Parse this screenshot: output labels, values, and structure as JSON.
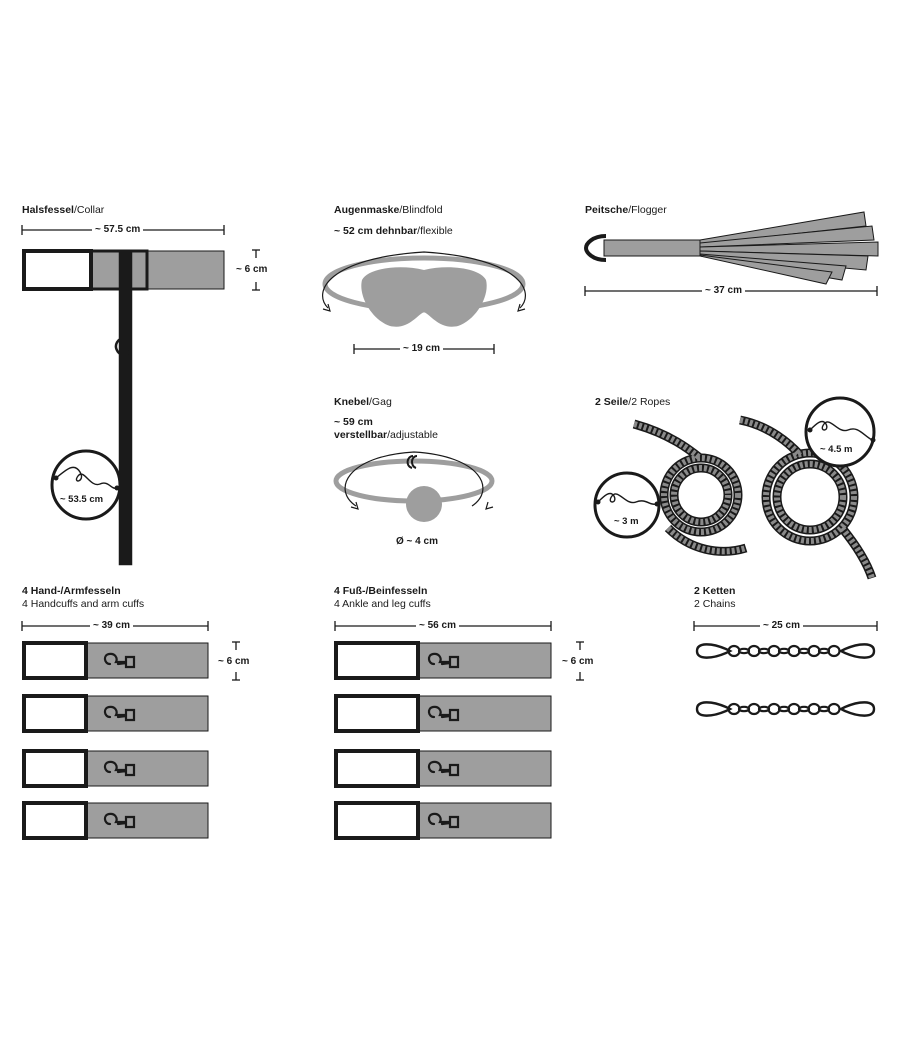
{
  "collar": {
    "title_de": "Halsfessel",
    "title_en": "/Collar",
    "width": "~ 57.5 cm",
    "height": "~ 6 cm",
    "leash_length": "~ 53.5 cm"
  },
  "blindfold": {
    "title_de": "Augenmaske",
    "title_en": "/Blindfold",
    "strap_size": "~ 52 cm dehnbar",
    "strap_note": "/flexible",
    "width": "~ 19 cm"
  },
  "flogger": {
    "title_de": "Peitsche",
    "title_en": "/Flogger",
    "length": "~ 37 cm"
  },
  "gag": {
    "title_de": "Knebel",
    "title_en": "/Gag",
    "strap_size": "~ 59 cm",
    "adjust_de": "verstellbar",
    "adjust_en": "/adjustable",
    "ball_size": "Ø ~ 4 cm"
  },
  "ropes": {
    "title_de": "2 Seile",
    "title_en": "/2 Ropes",
    "rope_a": "~ 3 m",
    "rope_b": "~ 4.5 m"
  },
  "handcuffs": {
    "title_de": "4 Hand-/Armfesseln",
    "title_en": "4 Handcuffs and arm cuffs",
    "width": "~ 39 cm",
    "height": "~ 6 cm",
    "count": 4
  },
  "anklecuffs": {
    "title_de": "4 Fuß-/Beinfesseln",
    "title_en": "4 Ankle and leg cuffs",
    "width": "~ 56 cm",
    "height": "~ 6 cm",
    "count": 4
  },
  "chains": {
    "title_de": "2 Ketten",
    "title_en": "2 Chains",
    "length": "~ 25 cm",
    "count": 2
  },
  "colors": {
    "ink": "#1a1a1a",
    "fill": "#9e9e9e",
    "rope": "#8a8a8a"
  }
}
